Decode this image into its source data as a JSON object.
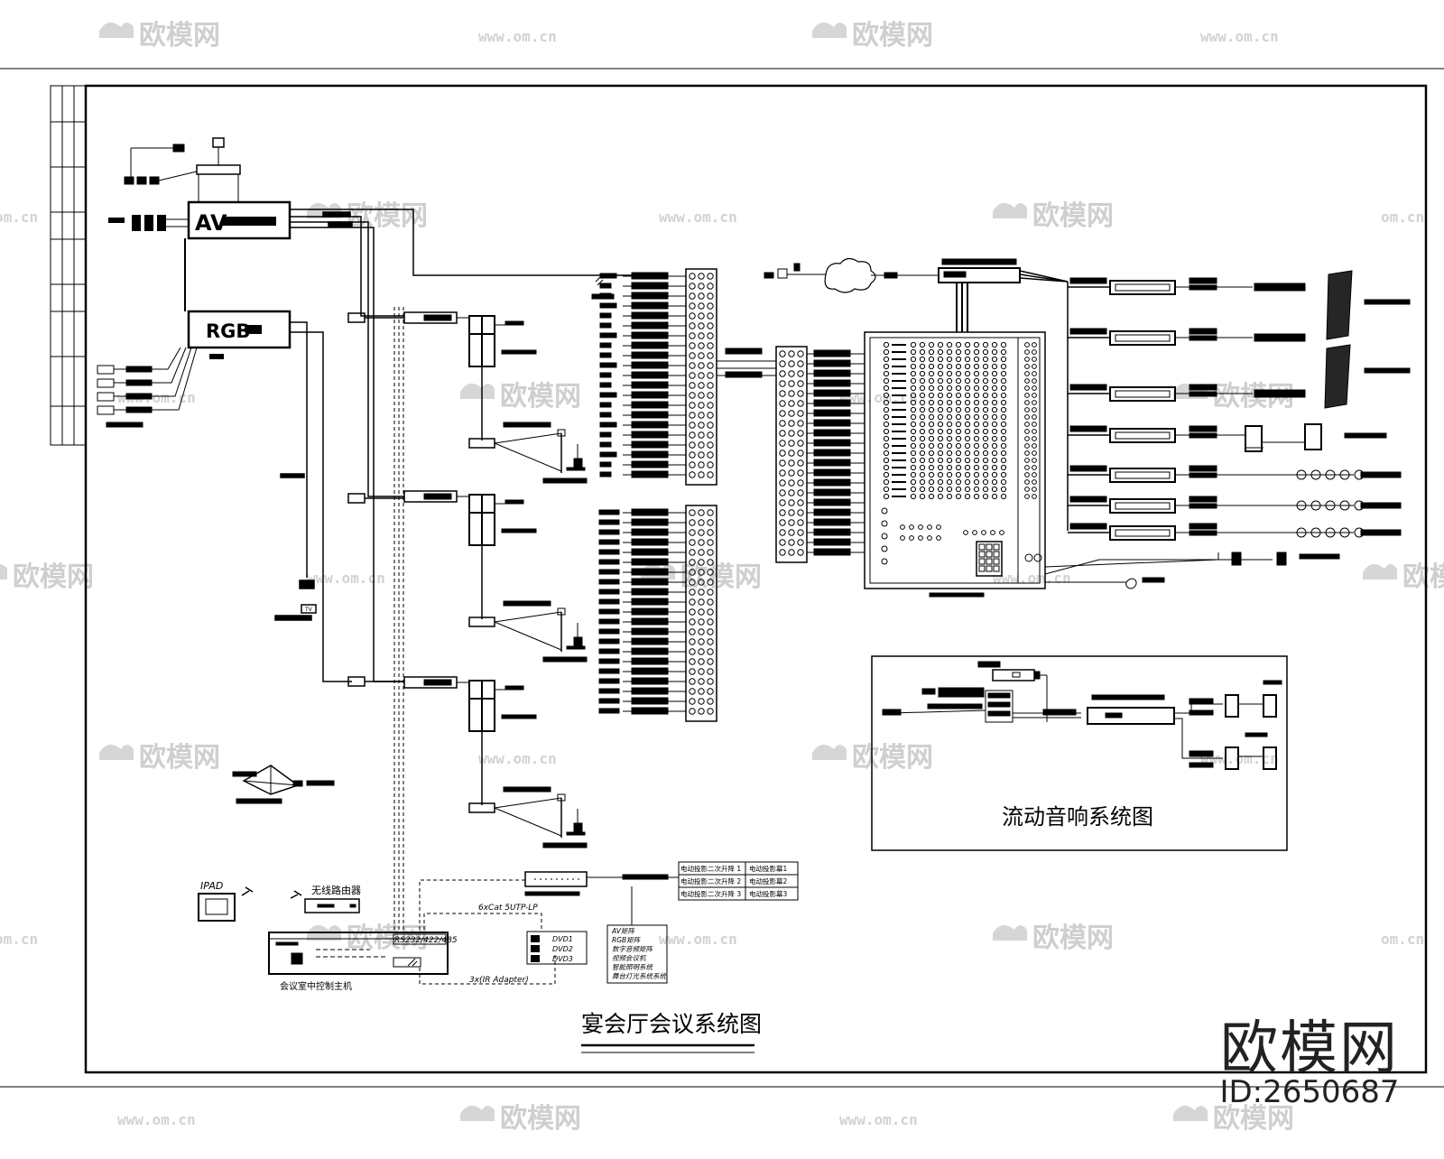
{
  "watermark": {
    "brand": "欧模网",
    "url": "www.om.cn",
    "url_short": "om.cn"
  },
  "logo": {
    "text": "欧模网",
    "id": "ID:2650687"
  },
  "titles": {
    "main": "宴会厅会议系统图",
    "mobile_audio": "流动音响系统图"
  },
  "devices": {
    "av_matrix": "AV",
    "rgb_matrix": "RGB",
    "ipad": "IPAD",
    "wireless_router": "无线路由器",
    "central_control": "会议室中控制主机",
    "tv": "TV"
  },
  "connections": {
    "serial_ports": "RS232/422/485",
    "cat5": "6xCat 5UTP-LP",
    "ir_adapter": "3x(IR Adapter)"
  },
  "source_list": [
    "DVD1",
    "DVD2",
    "DVD3"
  ],
  "control_list": [
    "AV矩阵",
    "RGB矩阵",
    "数字音频矩阵",
    "视频会议机",
    "智能照明系统",
    "舞台灯光系统系统"
  ],
  "relay_table": [
    [
      "电动投影二次升降 1",
      "电动投影幕1"
    ],
    [
      "电动投影二次升降 2",
      "电动投影幕2"
    ],
    [
      "电动投影二次升降 3",
      "电动投影幕3"
    ]
  ]
}
